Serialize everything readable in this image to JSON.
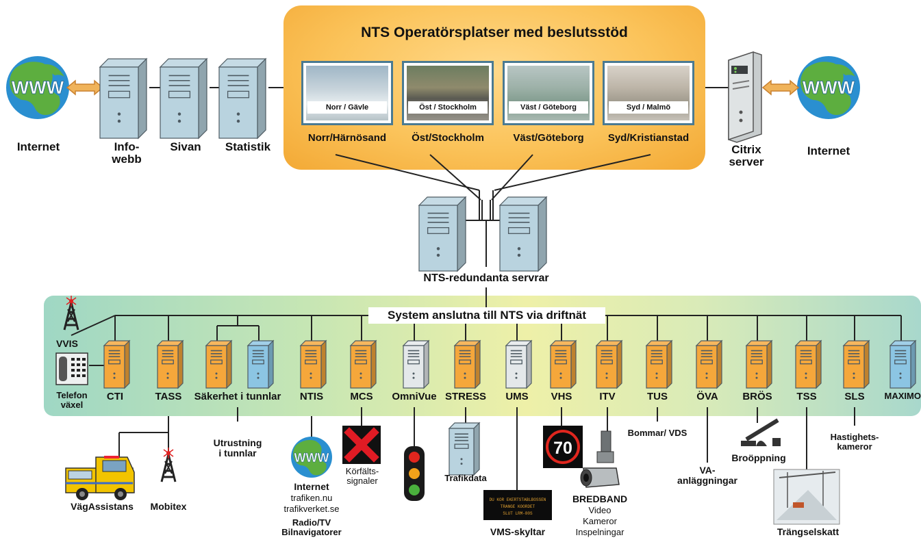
{
  "title": "NTS Operatörsplatser med beslutsstöd",
  "left": {
    "internet_label": "Internet",
    "servers": [
      "Info-\nwebb",
      "Sivan",
      "Statistik"
    ]
  },
  "right": {
    "citrix_label": "Citrix\nserver",
    "internet_label": "Internet"
  },
  "www_text": "WWW",
  "operator_sites": [
    {
      "caption": "Norr / Gävle",
      "label": "Norr/Härnösand"
    },
    {
      "caption": "Öst / Stockholm",
      "label": "Öst/Stockholm"
    },
    {
      "caption": "Väst / Göteborg",
      "label": "Väst/Göteborg"
    },
    {
      "caption": "Syd / Malmö",
      "label": "Syd/Kristianstad"
    }
  ],
  "redundant_label": "NTS-redundanta servrar",
  "system_banner": "System anslutna till NTS via driftnät",
  "vvis_label": "VVIS",
  "telefon_label": "Telefon\nväxel",
  "systems": [
    "CTI",
    "TASS",
    "Säkerhet i tunnlar",
    "NTIS",
    "MCS",
    "OmniVue",
    "STRESS",
    "UMS",
    "VHS",
    "ITV",
    "TUS",
    "ÖVA",
    "BRÖS",
    "TSS",
    "SLS",
    "MAXIMO"
  ],
  "sub": {
    "vagassistans": "VägAssistans",
    "mobitex": "Mobitex",
    "utrustning": "Utrustning\ni tunnlar",
    "internet_ntis": "Internet",
    "ntis_lines": [
      "trafiken.nu",
      "trafikverket.se"
    ],
    "ntis_bold": "Radio/TV\nBilnavigatorer",
    "korfalt": "Körfälts-\nsignaler",
    "trafikdata": "Trafikdata",
    "vms": "VMS-skyltar",
    "vms_screen_text": "DU KOR EKERTSTABLBOSSEN\nTRANGE KOORDET\nSLUT LRM-80S",
    "speed_sign": "70",
    "bredband": "BREDBAND",
    "bredband_lines": [
      "Video",
      "Kameror",
      "Inspelningar"
    ],
    "bommar": "Bommar/ VDS",
    "va": "VA-\nanläggningar",
    "brooppning": "Broöppning",
    "trangsel": "Trängselskatt",
    "hastighet": "Hastighets-\nkameror"
  },
  "colors": {
    "orange_server": "#f5a73b",
    "blue_server": "#8cc5e3",
    "white_server": "#e4e8ea",
    "left_server": "#b9d3df",
    "ocean": "#2a8fd0",
    "land": "#5dae3f"
  }
}
